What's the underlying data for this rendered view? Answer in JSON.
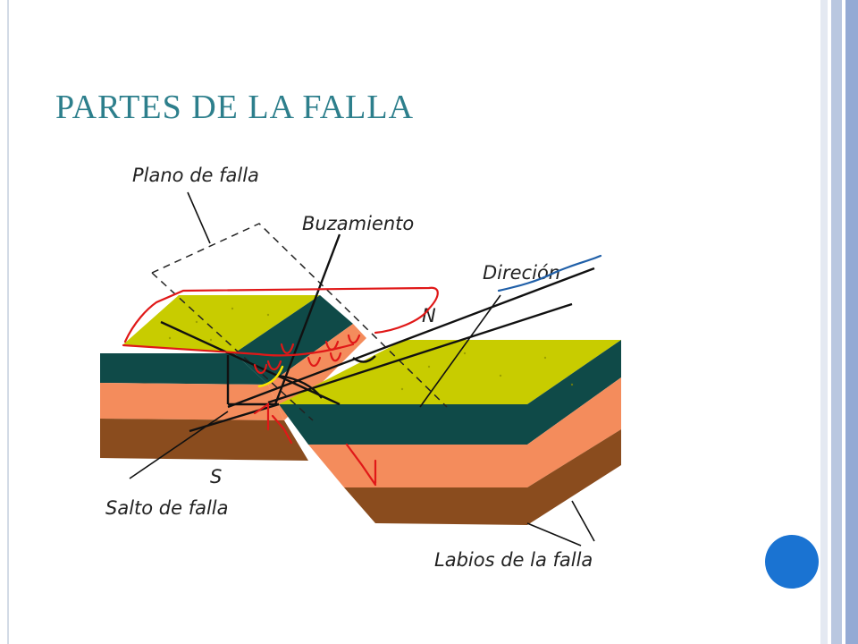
{
  "slide": {
    "title": "PARTES DE LA FALLA"
  },
  "diagram": {
    "labels": {
      "fault_plane": "Plano de falla",
      "dip": "Buzamiento",
      "strike": "Direción",
      "north": "N",
      "south": "S",
      "throw": "Salto de falla",
      "fault_walls": "Labios de la falla"
    },
    "colors": {
      "top_surface": "#c8cc00",
      "dark_layer": "#0f4a48",
      "orange_layer": "#f48c5c",
      "brown_layer": "#8a4c1e",
      "annotation_red": "#e01818",
      "annotation_blue": "#1f5fa8",
      "annotation_yellow": "#f5e400",
      "nav_button": "#1a73d2"
    }
  }
}
